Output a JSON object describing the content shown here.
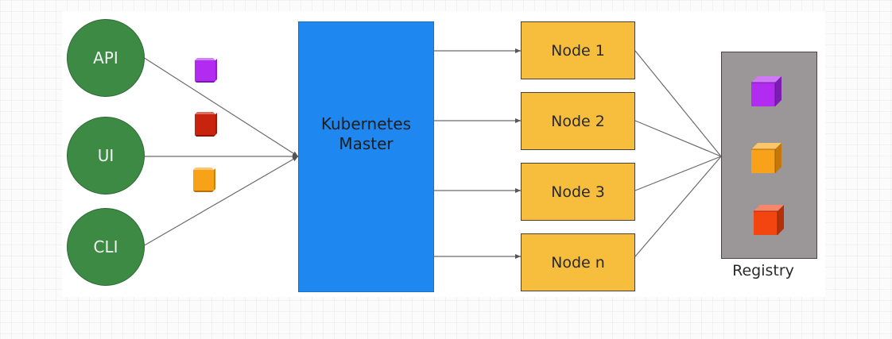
{
  "clients": [
    {
      "label": "API"
    },
    {
      "label": "UI"
    },
    {
      "label": "CLI"
    }
  ],
  "master": {
    "label": "Kubernetes\nMaster"
  },
  "nodes": [
    {
      "label": "Node 1"
    },
    {
      "label": "Node 2"
    },
    {
      "label": "Node 3"
    },
    {
      "label": "Node n"
    }
  ],
  "registry": {
    "label": "Registry"
  },
  "colors": {
    "client": "#3d8a45",
    "master": "#1e88f0",
    "node": "#f7bd3c",
    "registry": "#9b9697",
    "image_purple": "#b12cf0",
    "image_red": "#c8230f",
    "image_orange": "#f8a21a",
    "image_orange_red": "#f2450f"
  },
  "icons": [
    "purple-container-chip-icon",
    "red-container-chip-icon",
    "orange-container-chip-icon",
    "purple-image-cube-icon",
    "orange-image-cube-icon",
    "orange-red-image-cube-icon"
  ]
}
